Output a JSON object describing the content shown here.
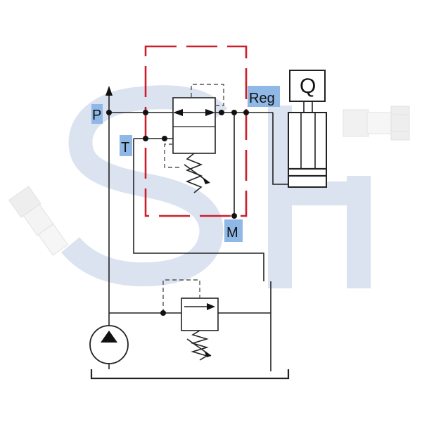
{
  "ports": {
    "p": "P",
    "t": "T",
    "reg": "Reg",
    "m": "M"
  },
  "flow_meter_label": "Q",
  "colors": {
    "boundary": "#cc1e2b",
    "label_highlight": "#8fb8e6",
    "watermark": "#dbe3f1",
    "line": "#222222"
  },
  "icons": {
    "pump": "hydraulic-pump-symbol",
    "valve": "directional-control-valve-symbol",
    "relief_valve": "pressure-relief-valve-symbol",
    "cylinder": "hydraulic-cylinder-symbol",
    "fitting": "hose-fitting-image",
    "watermark": "sh-logo-watermark"
  }
}
